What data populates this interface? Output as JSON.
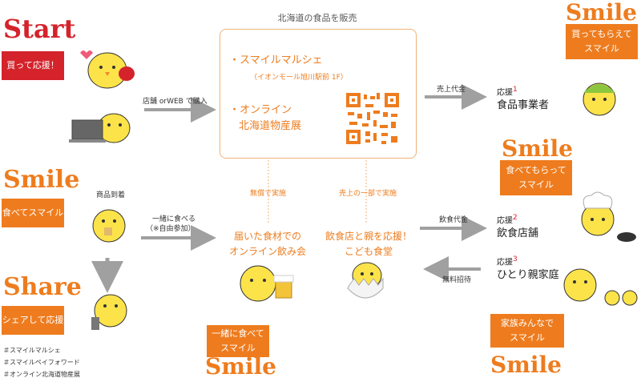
{
  "start": {
    "title": "Start",
    "bubble": "買って応援！",
    "buy_label": "店舗 orWEB で購入"
  },
  "center": {
    "title": "北海道の食品を販売",
    "item1": "・スマイルマルシェ",
    "item1_sub": "（イオンモール旭川駅前 1F）",
    "item2a": "・オンライン",
    "item2b": "北海道物産展"
  },
  "flow_labels": {
    "sales_proceeds": "売上代金",
    "free": "無償で実施",
    "part_sales": "売上の一部で実施",
    "food_fee": "飲食代金",
    "free_invite": "無料招待",
    "arrival": "商品到着",
    "eat_together": "一緒に食べる",
    "eat_together_note": "（※自由参加）"
  },
  "smile_left": {
    "title": "Smile",
    "bubble": "食べてスマイル"
  },
  "share": {
    "title": "Share",
    "bubble": "シェアして応援"
  },
  "hashtags": [
    "＃スマイルマルシェ",
    "＃スマイルペイフォワード",
    "＃オンライン北海道物産展"
  ],
  "event1": {
    "line1": "届いた食材での",
    "line2": "オンライン飲み会",
    "bubble1": "一緒に食べて",
    "bubble2": "スマイル",
    "smile": "Smile"
  },
  "event2": {
    "line1": "飲食店と親を応援！",
    "line2": "こども食堂"
  },
  "dest1": {
    "num": "応援",
    "idx": "1",
    "name": "食品事業者"
  },
  "dest2": {
    "num": "応援",
    "idx": "2",
    "name": "飲食店舗"
  },
  "dest3": {
    "num": "応援",
    "idx": "3",
    "name": "ひとり親家庭"
  },
  "smile_r1": {
    "title": "Smile",
    "bubble1": "買ってもらえて",
    "bubble2": "スマイル"
  },
  "smile_r2": {
    "title": "Smile",
    "bubble1": "食べてもらって",
    "bubble2": "スマイル"
  },
  "smile_r3": {
    "title": "Smile",
    "bubble1": "家族みんなで",
    "bubble2": "スマイル"
  },
  "colors": {
    "red": "#d4232b",
    "orange": "#ee7c1e",
    "chick": "#fde34a",
    "arrow": "#a0a0a0"
  }
}
